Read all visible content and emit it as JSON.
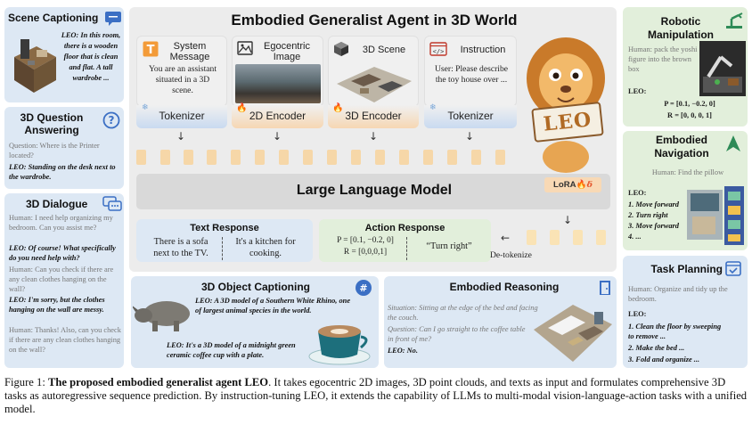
{
  "title": "Embodied Generalist Agent in 3D World",
  "left": {
    "scene_captioning": {
      "title": "Scene Captioning",
      "text": "LEO: In this room, there is a wooden floor that is clean and flat. A tall wardrobe ..."
    },
    "qa": {
      "title": "3D Question Answering",
      "question": "Question: Where is the Printer located?",
      "answer": "LEO: Standing on the desk next to the wardrobe."
    },
    "dialogue": {
      "title": "3D Dialogue",
      "h1": "Human: I need help organizing my bedroom. Can you assist me?",
      "l1": "LEO: Of course! What specifically do you need help with?",
      "h2": "Human: Can you check if there are any clean clothes hanging on the wall?",
      "l2": "LEO: I'm sorry, but the clothes hanging on the wall are messy.",
      "h3": "Human: Thanks! Also, can you check if there are any clean clothes hanging on the wall?"
    }
  },
  "center": {
    "inputs": [
      {
        "label": "System Message",
        "text": "You are an assistant situated in a 3D scene.",
        "encoder": "Tokenizer"
      },
      {
        "label": "Egocentric Image",
        "encoder": "2D Encoder"
      },
      {
        "label": "3D Scene",
        "encoder": "3D Encoder"
      },
      {
        "label": "Instruction",
        "text": "User: Please describe the toy house over ...",
        "encoder": "Tokenizer"
      }
    ],
    "llm": "Large Language Model",
    "lora": "LoRA",
    "text_response": {
      "title": "Text Response",
      "a": "There is a sofa next to the TV.",
      "b": "It's a kitchen for cooking."
    },
    "action_response": {
      "title": "Action Response",
      "p": "P = [0.1, −0.2, 0]",
      "r": "R = [0,0,0,1]",
      "turn": "“Turn right”"
    },
    "detokenize": "De-tokenize",
    "sign": "LEO"
  },
  "bottom": {
    "obj": {
      "title": "3D Object Captioning",
      "a": "LEO: A 3D model of a Southern White Rhino, one of largest animal species in the world.",
      "b": "LEO: It's a 3D model of a midnight green ceramic coffee cup with a plate."
    },
    "reason": {
      "title": "Embodied Reasoning",
      "situation": "Situation: Sitting at the edge of the bed and facing the couch.",
      "question": "Question: Can I go straight to the coffee table in front of me?",
      "answer": "LEO: No."
    }
  },
  "right": {
    "robotic": {
      "title": "Robotic Manipulation",
      "human": "Human: pack the yoshi figure into the brown box",
      "leo": "LEO:",
      "p": "P = [0.1, −0.2, 0]",
      "r": "R = [0, 0, 0, 1]"
    },
    "nav": {
      "title": "Embodied Navigation",
      "human": "Human: Find the pillow",
      "leo": "LEO:",
      "s1": "1. Move forward",
      "s2": "2. Turn right",
      "s3": "3. Move forward",
      "s4": "4. ..."
    },
    "task": {
      "title": "Task Planning",
      "human": "Human: Organize and tidy up the bedroom.",
      "leo": "LEO:",
      "s1": "1. Clean the floor by sweeping to remove ...",
      "s2": "2. Make the bed ...",
      "s3": "3. Fold and organize ..."
    }
  },
  "caption": {
    "label": "Figure 1:",
    "bold": "The proposed embodied generalist agent LEO",
    "rest": ". It takes egocentric 2D images, 3D point clouds, and texts as input and formulates comprehensive 3D tasks as autoregressive sequence prediction. By instruction-tuning LEO, it extends the capability of LLMs to multi-modal vision-language-action tasks with a unified model."
  },
  "colors": {
    "blue_panel": "#dde8f4",
    "green_panel": "#e2efdb",
    "gray_panel": "#ececec",
    "token": "#f6d7a8",
    "accent_blue": "#3b6fc4",
    "accent_green": "#2e8b57"
  }
}
